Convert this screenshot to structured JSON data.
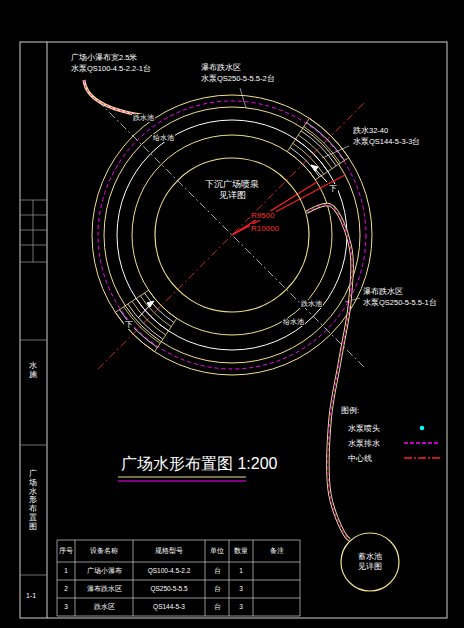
{
  "diagram": {
    "title": "广场水形布置图 1:200",
    "nodes": [
      {
        "text": [
          "下沉广场喷泉",
          "见详图"
        ]
      },
      {
        "text": [
          "蓄水池",
          "见详图"
        ]
      }
    ],
    "edges": [
      {
        "from": 0,
        "to": 1,
        "arrow": "none"
      }
    ],
    "labels": [
      "广场小瀑布宽2.5米",
      "水泵QS100-4.5-2.2-1台",
      "瀑布跌水区",
      "水泵QS250-5-5.5-2台",
      "跌水32-40",
      "水泵QS144-5-3-3台",
      "瀑布跌水区",
      "水泵QS250-5-5.5-1台",
      "跌水池",
      "给水池",
      "跌水池",
      "给水池",
      "下",
      "下",
      "R9500",
      "R10000",
      "图例:",
      "水施",
      "广场水形布置图",
      "1-1",
      "序号",
      "设备名称",
      "规格型号",
      "单位",
      "数量",
      "备注",
      "1",
      "广场小瀑布",
      "QS100-4.5-2.2",
      "台",
      "1",
      "2",
      "瀑布跌水区",
      "QS250-5-5.5",
      "台",
      "3",
      "3",
      "跌水区",
      "QS144-5-3",
      "台",
      "3"
    ],
    "legend": [
      {
        "text": "水泵喷头",
        "color": "#00ffff"
      },
      {
        "text": "水泵排水",
        "color": "#ff00ff"
      },
      {
        "text": "中心线",
        "color": "#ff2020"
      }
    ]
  }
}
